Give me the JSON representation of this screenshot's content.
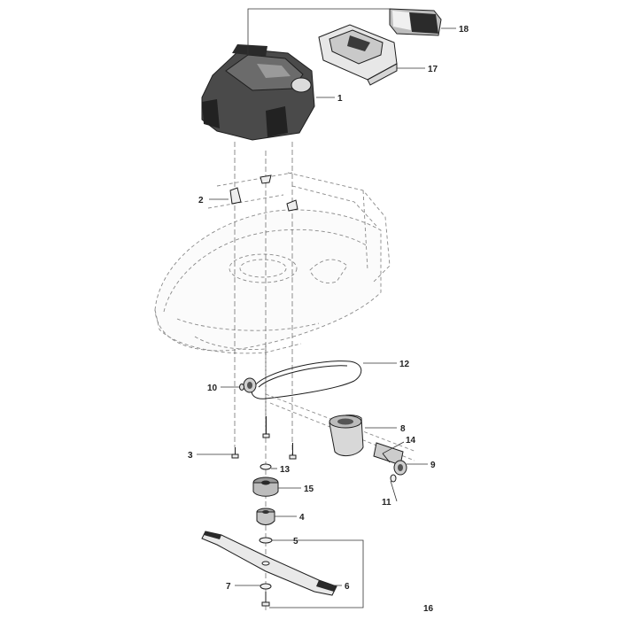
{
  "callouts": [
    {
      "id": "1",
      "text": "1"
    },
    {
      "id": "2",
      "text": "2"
    },
    {
      "id": "3",
      "text": "3"
    },
    {
      "id": "4",
      "text": "4"
    },
    {
      "id": "5",
      "text": "5"
    },
    {
      "id": "6",
      "text": "6"
    },
    {
      "id": "7",
      "text": "7"
    },
    {
      "id": "8",
      "text": "8"
    },
    {
      "id": "9",
      "text": "9"
    },
    {
      "id": "10",
      "text": "10"
    },
    {
      "id": "11",
      "text": "11"
    },
    {
      "id": "12",
      "text": "12"
    },
    {
      "id": "13",
      "text": "13"
    },
    {
      "id": "14",
      "text": "14"
    },
    {
      "id": "15",
      "text": "15"
    },
    {
      "id": "16",
      "text": "16"
    },
    {
      "id": "17",
      "text": "17"
    },
    {
      "id": "18",
      "text": "18"
    }
  ],
  "colors": {
    "ink": "#1e1e1e",
    "ghost": "#8a8a8a",
    "engine": "#3a3a3a",
    "battery": "#2b2b2b"
  }
}
